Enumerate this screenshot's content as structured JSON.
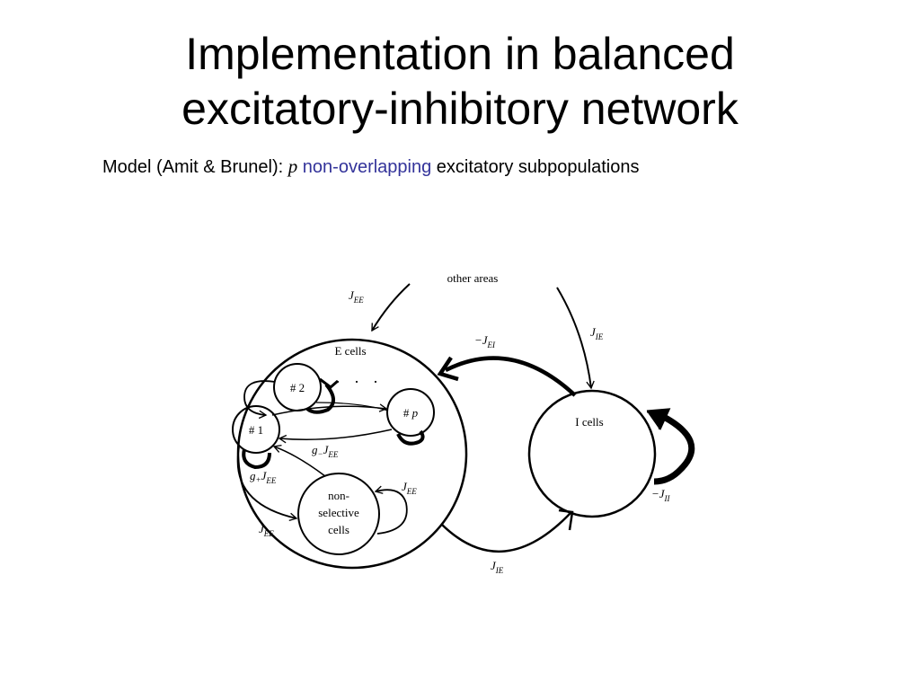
{
  "slide": {
    "title_line1": "Implementation in balanced",
    "title_line2": "excitatory-inhibitory network",
    "subtitle": {
      "prefix": "Model (Amit & Brunel): ",
      "var": "p",
      "accent": "non-overlapping",
      "suffix": " excitatory subpopulations",
      "accent_color": "#33339a"
    }
  },
  "diagram": {
    "other_areas": "other areas",
    "e_cells": "E cells",
    "i_cells": "I cells",
    "dots": ". . .",
    "pop1": "# 1",
    "pop2": "# 2",
    "popp_hash": "# ",
    "popp_var": "p",
    "nonsel_1": "non-",
    "nonsel_2": "selective",
    "nonsel_3": "cells",
    "labels": {
      "jee_top": {
        "base": "J",
        "sub": "EE"
      },
      "minus_jei": {
        "base": "−J",
        "sub": "EI"
      },
      "jie_top": {
        "base": "J",
        "sub": "IE"
      },
      "g_minus_jee": {
        "g": "g",
        "gsub": "−",
        "base": "J",
        "sub": "EE"
      },
      "g_plus_jee": {
        "g": "g",
        "gsub": "+",
        "base": "J",
        "sub": "EE"
      },
      "jee_nonsel": {
        "base": "J",
        "sub": "EE"
      },
      "jee_left": {
        "base": "J",
        "sub": "EE"
      },
      "minus_jii": {
        "base": "−J",
        "sub": "II"
      },
      "jie_bottom": {
        "base": "J",
        "sub": "IE"
      }
    }
  }
}
